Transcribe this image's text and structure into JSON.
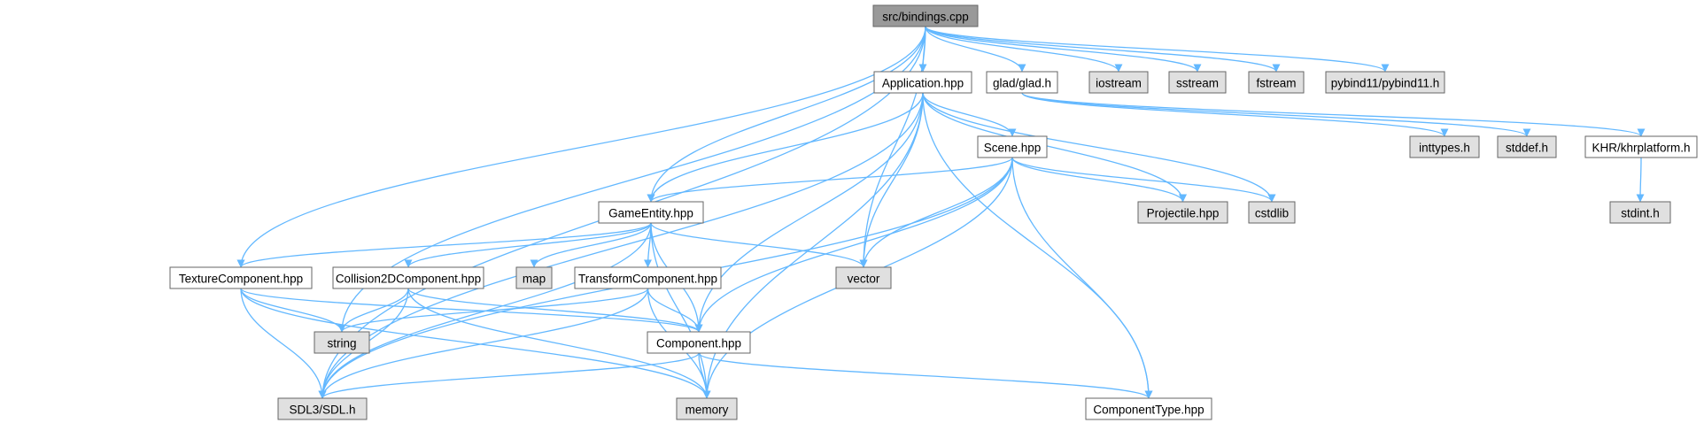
{
  "colors": {
    "root_fill": "#999999",
    "header_fill": "#ffffff",
    "system_fill": "#e0e0e0",
    "border": "#666666",
    "edge": "#63b8ff"
  },
  "nodes": [
    {
      "id": "bindings",
      "label": "src/bindings.cpp",
      "kind": "root"
    },
    {
      "id": "application",
      "label": "Application.hpp",
      "kind": "header"
    },
    {
      "id": "glad",
      "label": "glad/glad.h",
      "kind": "header"
    },
    {
      "id": "iostream",
      "label": "iostream",
      "kind": "system"
    },
    {
      "id": "sstream",
      "label": "sstream",
      "kind": "system"
    },
    {
      "id": "fstream",
      "label": "fstream",
      "kind": "system"
    },
    {
      "id": "pybind11",
      "label": "pybind11/pybind11.h",
      "kind": "system"
    },
    {
      "id": "inttypes",
      "label": "inttypes.h",
      "kind": "system"
    },
    {
      "id": "stddef",
      "label": "stddef.h",
      "kind": "system"
    },
    {
      "id": "khrplatform",
      "label": "KHR/khrplatform.h",
      "kind": "header"
    },
    {
      "id": "stdint",
      "label": "stdint.h",
      "kind": "system"
    },
    {
      "id": "scene",
      "label": "Scene.hpp",
      "kind": "header"
    },
    {
      "id": "projectile",
      "label": "Projectile.hpp",
      "kind": "system"
    },
    {
      "id": "cstdlib",
      "label": "cstdlib",
      "kind": "system"
    },
    {
      "id": "gameentity",
      "label": "GameEntity.hpp",
      "kind": "header"
    },
    {
      "id": "texturecomponent",
      "label": "TextureComponent.hpp",
      "kind": "header"
    },
    {
      "id": "collision2d",
      "label": "Collision2DComponent.hpp",
      "kind": "header"
    },
    {
      "id": "map",
      "label": "map",
      "kind": "system"
    },
    {
      "id": "transformcomponent",
      "label": "TransformComponent.hpp",
      "kind": "header"
    },
    {
      "id": "vector",
      "label": "vector",
      "kind": "system"
    },
    {
      "id": "string",
      "label": "string",
      "kind": "system"
    },
    {
      "id": "component",
      "label": "Component.hpp",
      "kind": "header"
    },
    {
      "id": "sdl",
      "label": "SDL3/SDL.h",
      "kind": "system"
    },
    {
      "id": "memory",
      "label": "memory",
      "kind": "system"
    },
    {
      "id": "componenttype",
      "label": "ComponentType.hpp",
      "kind": "header"
    }
  ],
  "edges": [
    [
      "bindings",
      "application"
    ],
    [
      "bindings",
      "glad"
    ],
    [
      "bindings",
      "iostream"
    ],
    [
      "bindings",
      "sstream"
    ],
    [
      "bindings",
      "fstream"
    ],
    [
      "bindings",
      "pybind11"
    ],
    [
      "bindings",
      "gameentity"
    ],
    [
      "bindings",
      "texturecomponent"
    ],
    [
      "bindings",
      "vector"
    ],
    [
      "bindings",
      "string"
    ],
    [
      "bindings",
      "sdl"
    ],
    [
      "application",
      "scene"
    ],
    [
      "application",
      "gameentity"
    ],
    [
      "application",
      "vector"
    ],
    [
      "application",
      "component"
    ],
    [
      "application",
      "sdl"
    ],
    [
      "application",
      "projectile"
    ],
    [
      "application",
      "cstdlib"
    ],
    [
      "application",
      "memory"
    ],
    [
      "application",
      "componenttype"
    ],
    [
      "glad",
      "inttypes"
    ],
    [
      "glad",
      "stddef"
    ],
    [
      "glad",
      "khrplatform"
    ],
    [
      "khrplatform",
      "stdint"
    ],
    [
      "scene",
      "gameentity"
    ],
    [
      "scene",
      "projectile"
    ],
    [
      "scene",
      "cstdlib"
    ],
    [
      "scene",
      "vector"
    ],
    [
      "scene",
      "component"
    ],
    [
      "scene",
      "sdl"
    ],
    [
      "scene",
      "memory"
    ],
    [
      "scene",
      "componenttype"
    ],
    [
      "gameentity",
      "texturecomponent"
    ],
    [
      "gameentity",
      "collision2d"
    ],
    [
      "gameentity",
      "map"
    ],
    [
      "gameentity",
      "transformcomponent"
    ],
    [
      "gameentity",
      "vector"
    ],
    [
      "gameentity",
      "component"
    ],
    [
      "gameentity",
      "sdl"
    ],
    [
      "gameentity",
      "memory"
    ],
    [
      "texturecomponent",
      "string"
    ],
    [
      "texturecomponent",
      "sdl"
    ],
    [
      "texturecomponent",
      "component"
    ],
    [
      "texturecomponent",
      "memory"
    ],
    [
      "collision2d",
      "string"
    ],
    [
      "collision2d",
      "sdl"
    ],
    [
      "collision2d",
      "component"
    ],
    [
      "collision2d",
      "memory"
    ],
    [
      "transformcomponent",
      "string"
    ],
    [
      "transformcomponent",
      "sdl"
    ],
    [
      "transformcomponent",
      "component"
    ],
    [
      "transformcomponent",
      "memory"
    ],
    [
      "component",
      "sdl"
    ],
    [
      "component",
      "memory"
    ],
    [
      "component",
      "componenttype"
    ]
  ]
}
